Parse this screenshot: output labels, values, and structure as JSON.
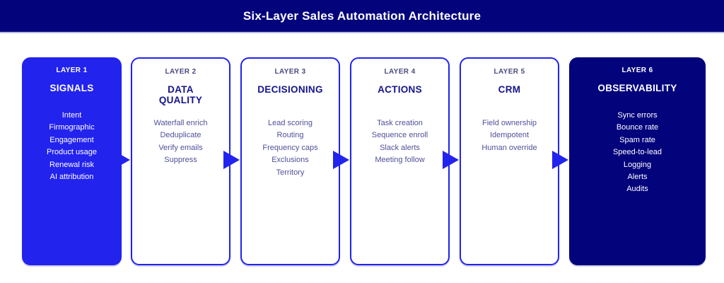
{
  "colors": {
    "accent_blue": "#2323ee",
    "navy": "#03037c",
    "header_divider": "#b9b9de",
    "outline_label_text": "#4a4a80",
    "outline_title_text": "#14148c",
    "outline_item_text": "#50509a",
    "filled_text": "#ffffff"
  },
  "header": {
    "title": "Six-Layer Sales Automation Architecture"
  },
  "cards": [
    {
      "layer_label": "LAYER 1",
      "title": "SIGNALS",
      "variant": "filled-blue",
      "items": [
        "Intent",
        "Firmographic",
        "Engagement",
        "Product usage",
        "Renewal risk",
        "AI attribution"
      ]
    },
    {
      "layer_label": "LAYER 2",
      "title": "DATA\nQUALITY",
      "variant": "outline",
      "items": [
        "Waterfall enrich",
        "Deduplicate",
        "Verify emails",
        "Suppress"
      ]
    },
    {
      "layer_label": "LAYER 3",
      "title": "DECISIONING",
      "variant": "outline",
      "items": [
        "Lead scoring",
        "Routing",
        "Frequency caps",
        "Exclusions",
        "Territory"
      ]
    },
    {
      "layer_label": "LAYER 4",
      "title": "ACTIONS",
      "variant": "outline",
      "items": [
        "Task creation",
        "Sequence enroll",
        "Slack alerts",
        "Meeting follow"
      ]
    },
    {
      "layer_label": "LAYER 5",
      "title": "CRM",
      "variant": "outline",
      "items": [
        "Field ownership",
        "Idempotent",
        "Human override"
      ]
    },
    {
      "layer_label": "LAYER 6",
      "title": "OBSERVABILITY",
      "variant": "filled-navy",
      "items": [
        "Sync errors",
        "Bounce rate",
        "Spam rate",
        "Speed-to-lead",
        "Logging",
        "Alerts",
        "Audits"
      ]
    }
  ],
  "arrows": {
    "count": 5,
    "direction": "right",
    "color": "#2323ee"
  }
}
